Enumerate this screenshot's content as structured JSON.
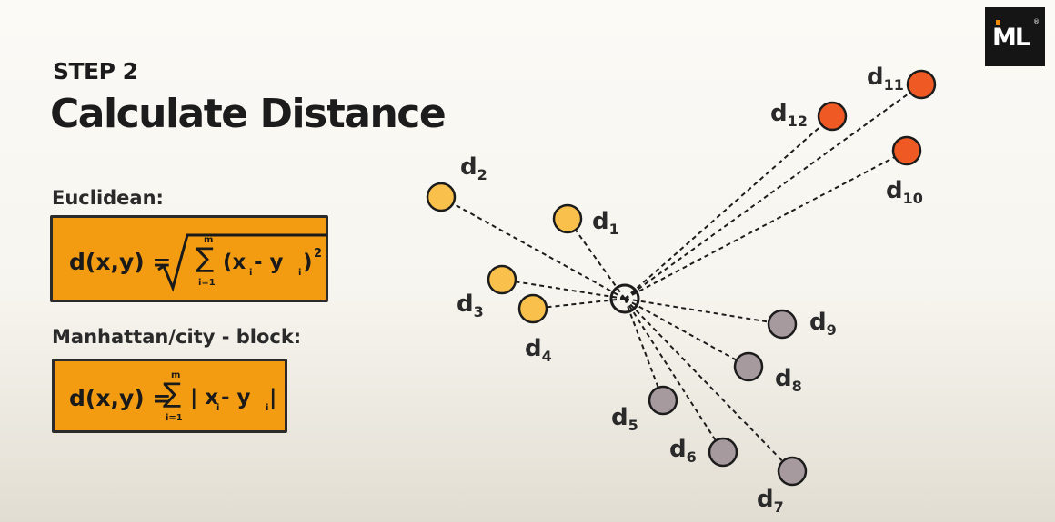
{
  "logo": {
    "text": "ML",
    "reg": "®"
  },
  "header": {
    "step": "STEP 2",
    "title": "Calculate Distance"
  },
  "euclidean": {
    "label": "Euclidean:",
    "lhs": "d(x,y) =",
    "sum_top": "m",
    "sum_bottom": "i=1",
    "sigma": "∑",
    "term": "(x",
    "sub_i": "i",
    "minus": " - y",
    "close": ")",
    "power": "2"
  },
  "manhattan": {
    "label": "Manhattan/city - block:",
    "lhs": "d(x,y) =",
    "sum_top": "m",
    "sum_bottom": "i=1",
    "sigma": "∑",
    "term": "| x",
    "sub_i": "i",
    "minus": " - y",
    "close": "|"
  },
  "colors": {
    "accent": "#f39c12",
    "yellow_points": "#f9c04b",
    "orange_points": "#ef5a24",
    "gray_points": "#a79a9e",
    "outline": "#1c1c1c"
  },
  "points": [
    {
      "name": "d",
      "sub": "1",
      "group": "yellow"
    },
    {
      "name": "d",
      "sub": "2",
      "group": "yellow"
    },
    {
      "name": "d",
      "sub": "3",
      "group": "yellow"
    },
    {
      "name": "d",
      "sub": "4",
      "group": "yellow"
    },
    {
      "name": "d",
      "sub": "5",
      "group": "gray"
    },
    {
      "name": "d",
      "sub": "6",
      "group": "gray"
    },
    {
      "name": "d",
      "sub": "7",
      "group": "gray"
    },
    {
      "name": "d",
      "sub": "8",
      "group": "gray"
    },
    {
      "name": "d",
      "sub": "9",
      "group": "gray"
    },
    {
      "name": "d",
      "sub": "10",
      "group": "orange"
    },
    {
      "name": "d",
      "sub": "11",
      "group": "orange"
    },
    {
      "name": "d",
      "sub": "12",
      "group": "orange"
    }
  ]
}
